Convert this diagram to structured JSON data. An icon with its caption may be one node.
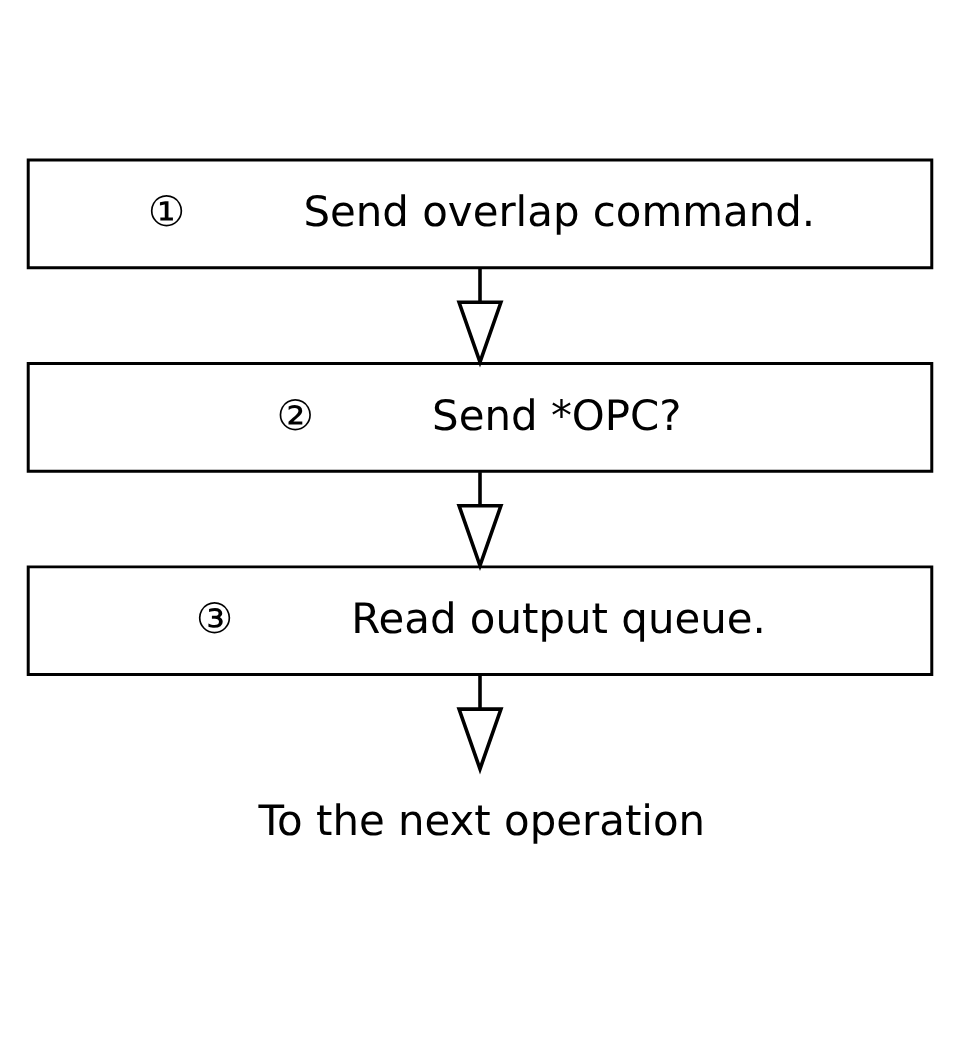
{
  "diagram": {
    "nodes": [
      {
        "text": [
          "①",
          "Send overlap command."
        ]
      },
      {
        "text": [
          "②",
          "Send *OPC?"
        ]
      },
      {
        "text": [
          "③",
          "Read output queue."
        ]
      },
      {
        "text": [
          "To the next operation"
        ]
      }
    ],
    "edges": [
      {
        "from": 0,
        "to": 1,
        "arrow": "to"
      },
      {
        "from": 1,
        "to": 2,
        "arrow": "to"
      },
      {
        "from": 2,
        "to": 3,
        "arrow": "to"
      }
    ]
  }
}
